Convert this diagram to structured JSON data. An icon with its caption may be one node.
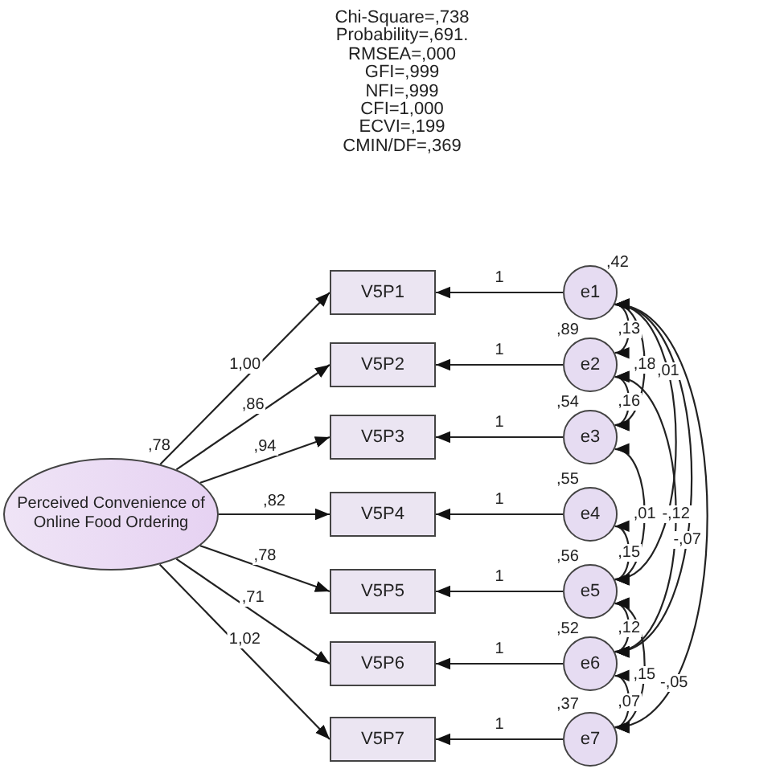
{
  "diagram": {
    "nodes": [
      {
        "text": [
          "Perceived Convenience of Online Food Ordering"
        ],
        "beside": [
          ",78"
        ]
      },
      {
        "text": [
          "V5P1"
        ]
      },
      {
        "text": [
          "V5P2"
        ]
      },
      {
        "text": [
          "V5P3"
        ]
      },
      {
        "text": [
          "V5P4"
        ]
      },
      {
        "text": [
          "V5P5"
        ]
      },
      {
        "text": [
          "V5P6"
        ]
      },
      {
        "text": [
          "V5P7"
        ]
      },
      {
        "text": [
          "e1"
        ],
        "beside": [
          ",42"
        ]
      },
      {
        "text": [
          "e2"
        ],
        "beside": [
          ",89"
        ]
      },
      {
        "text": [
          "e3"
        ],
        "beside": [
          ",54"
        ]
      },
      {
        "text": [
          "e4"
        ],
        "beside": [
          ",55"
        ]
      },
      {
        "text": [
          "e5"
        ],
        "beside": [
          ",56"
        ]
      },
      {
        "text": [
          "e6"
        ],
        "beside": [
          ",52"
        ]
      },
      {
        "text": [
          "e7"
        ],
        "beside": [
          ",37"
        ]
      }
    ],
    "edges": [
      {
        "from": 0,
        "to": 1,
        "arrow": "to",
        "label": "1,00"
      },
      {
        "from": 0,
        "to": 2,
        "arrow": "to",
        "label": ",86"
      },
      {
        "from": 0,
        "to": 3,
        "arrow": "to",
        "label": ",94"
      },
      {
        "from": 0,
        "to": 4,
        "arrow": "to",
        "label": ",82"
      },
      {
        "from": 0,
        "to": 5,
        "arrow": "to",
        "label": ",78"
      },
      {
        "from": 0,
        "to": 6,
        "arrow": "to",
        "label": ",71"
      },
      {
        "from": 0,
        "to": 7,
        "arrow": "to",
        "label": "1,02"
      },
      {
        "from": 8,
        "to": 1,
        "arrow": "to",
        "label": "1"
      },
      {
        "from": 9,
        "to": 2,
        "arrow": "to",
        "label": "1"
      },
      {
        "from": 10,
        "to": 3,
        "arrow": "to",
        "label": "1"
      },
      {
        "from": 11,
        "to": 4,
        "arrow": "to",
        "label": "1"
      },
      {
        "from": 12,
        "to": 5,
        "arrow": "to",
        "label": "1"
      },
      {
        "from": 13,
        "to": 6,
        "arrow": "to",
        "label": "1"
      },
      {
        "from": 14,
        "to": 7,
        "arrow": "to",
        "label": "1"
      },
      {
        "from": 8,
        "to": 9,
        "arrow": "both",
        "label": ",13"
      },
      {
        "from": 9,
        "to": 10,
        "arrow": "both",
        "label": ",16"
      },
      {
        "from": 8,
        "to": 10,
        "arrow": "both",
        "label": ",18"
      },
      {
        "from": 8,
        "to": 12,
        "arrow": "both",
        "label": ",01"
      },
      {
        "from": 8,
        "to": 13,
        "arrow": "both",
        "label": "-,07"
      },
      {
        "from": 8,
        "to": 14,
        "arrow": "both",
        "label": "-,05"
      },
      {
        "from": 10,
        "to": 12,
        "arrow": "both",
        "label": ",01"
      },
      {
        "from": 11,
        "to": 12,
        "arrow": "both",
        "label": ",15"
      },
      {
        "from": 9,
        "to": 13,
        "arrow": "both",
        "label": "-,12"
      },
      {
        "from": 12,
        "to": 13,
        "arrow": "both",
        "label": ",12"
      },
      {
        "from": 12,
        "to": 14,
        "arrow": "both",
        "label": ",15"
      },
      {
        "from": 13,
        "to": 14,
        "arrow": "both",
        "label": ",07"
      }
    ],
    "labels": [
      "Chi-Square=,738",
      "Probability=,691.",
      "RMSEA=,000",
      "GFI=,999",
      "NFI=,999",
      "CFI=1,000",
      "ECVI=,199",
      "CMIN/DF=,369"
    ]
  }
}
